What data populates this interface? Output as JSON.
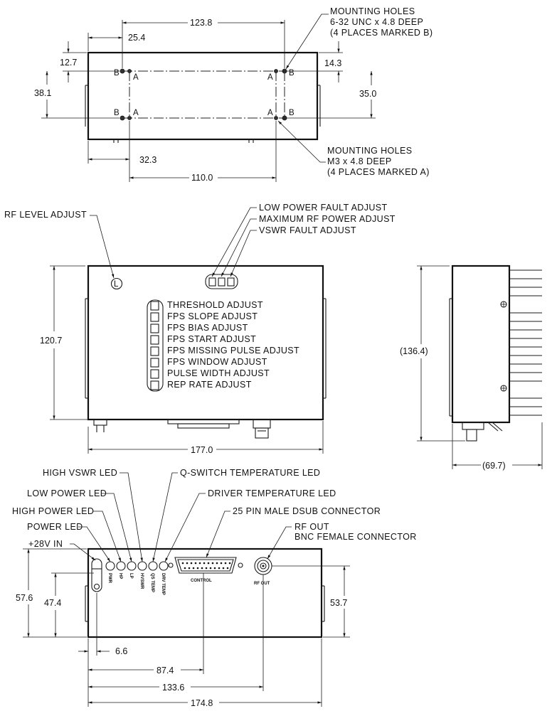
{
  "top_view": {
    "dims": {
      "overall_b_spacing": "123.8",
      "left_to_b": "25.4",
      "top_to_b": "12.7",
      "b_vertical": "38.1",
      "top_to_a_right": "14.3",
      "a_vertical": "35.0",
      "left_to_a": "32.3",
      "a_spacing": "110.0"
    },
    "hole_letters": {
      "a": "A",
      "b": "B"
    },
    "mounting_b": [
      "MOUNTING HOLES",
      "6-32 UNC x 4.8 DEEP",
      "(4 PLACES MARKED B)"
    ],
    "mounting_a": [
      "MOUNTING HOLES",
      "M3 x 4.8 DEEP",
      "(4 PLACES MARKED A)"
    ]
  },
  "front_view": {
    "rf_level_adjust": "RF LEVEL ADJUST",
    "fault_labels": [
      "LOW POWER FAULT ADJUST",
      "MAXIMUM RF POWER ADJUST",
      "VSWR FAULT ADJUST"
    ],
    "trim_labels": [
      "THRESHOLD ADJUST",
      "FPS SLOPE ADJUST",
      "FPS BIAS ADJUST",
      "FPS START ADJUST",
      "FPS MISSING PULSE ADJUST",
      "FPS WINDOW ADJUST",
      "PULSE WIDTH ADJUST",
      "REP RATE ADJUST"
    ],
    "height": "120.7",
    "width": "177.0"
  },
  "side_view": {
    "height": "(136.4)",
    "depth": "(69.7)"
  },
  "end_view": {
    "callouts": [
      "HIGH VSWR LED",
      "LOW POWER LED",
      "HIGH POWER LED",
      "POWER LED",
      "+28V IN",
      "Q-SWITCH TEMPERATURE LED",
      "DRIVER TEMPERATURE LED",
      "25 PIN MALE DSUB CONNECTOR",
      "RF OUT",
      "BNC FEMALE CONNECTOR"
    ],
    "panel": {
      "led_labels": [
        "PWR",
        "HP",
        "LP",
        "HVSWR",
        "QS TEMP",
        "DRV TEMP"
      ],
      "control": "CONTROL",
      "rf_out": "RF OUT"
    },
    "dims": {
      "height": "57.6",
      "pin_height": "47.4",
      "right_height": "53.7",
      "pin_x": "6.6",
      "dsub_x": "87.4",
      "bnc_x": "133.6",
      "width": "174.8"
    }
  }
}
